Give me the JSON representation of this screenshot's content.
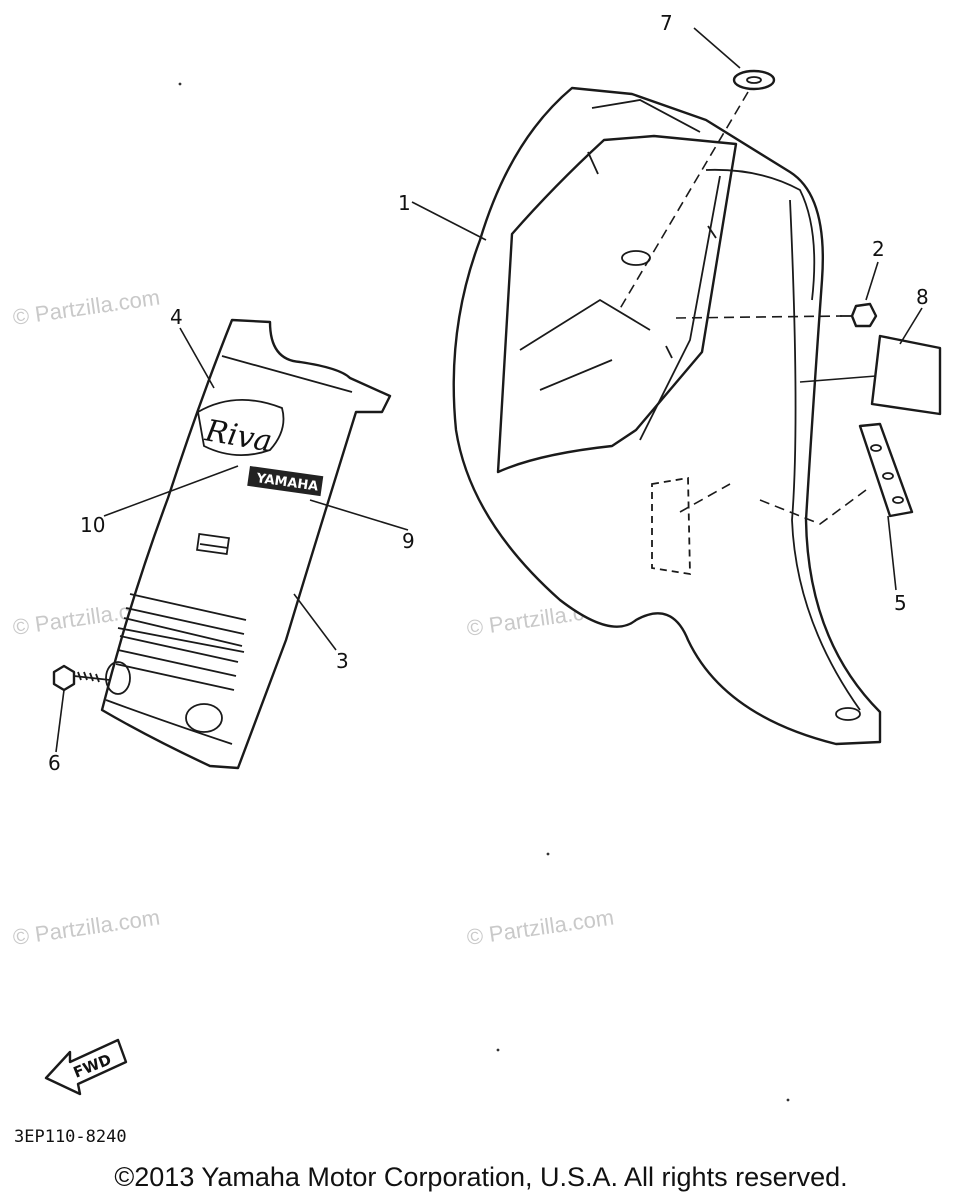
{
  "watermark_text": "© Partzilla.com",
  "callouts": [
    "1",
    "2",
    "3",
    "4",
    "5",
    "6",
    "7",
    "8",
    "9",
    "10"
  ],
  "logo_script": "Riva",
  "logo_brand": "YAMAHA",
  "fwd_badge": "FWD",
  "catalog_code": "3EP110-8240",
  "copyright": "©2013 Yamaha Motor Corporation, U.S.A. All rights reserved."
}
